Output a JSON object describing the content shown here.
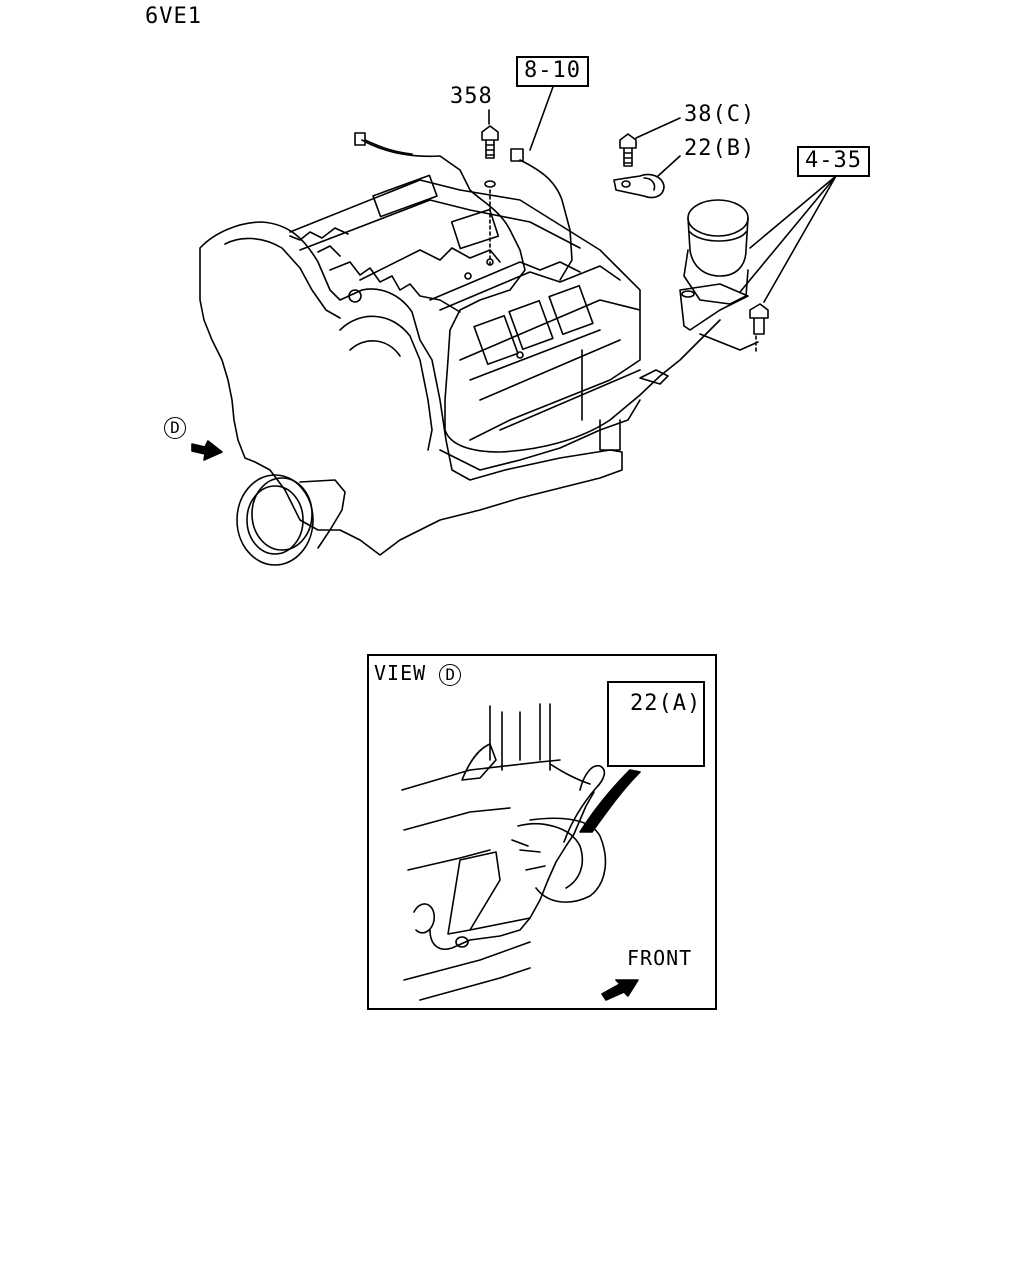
{
  "header": {
    "model_code": "6VE1"
  },
  "callouts": {
    "c8_10": "8-10",
    "c358": "358",
    "c38c": "38(C)",
    "c22b": "22(B)",
    "c4_35": "4-35"
  },
  "view_marker": {
    "letter": "D"
  },
  "detail_view": {
    "title_prefix": "VIEW",
    "letter": "D",
    "part_label": "22(A)",
    "direction_label": "FRONT"
  }
}
